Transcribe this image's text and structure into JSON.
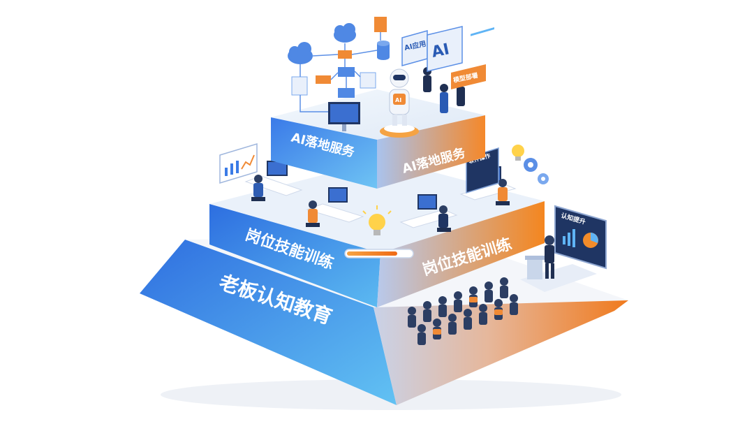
{
  "pyramid": {
    "tiers": [
      {
        "id": "top",
        "label_front": "AI落地服务",
        "label_side": "AI落地服务"
      },
      {
        "id": "middle",
        "label_front": "岗位技能训练",
        "label_side": "岗位技能训练"
      },
      {
        "id": "bottom",
        "label_front": "老板认知教育",
        "label_side": ""
      }
    ]
  },
  "callouts": {
    "ai_app": "AI应用",
    "ai_big": "AI",
    "model_deploy": "模型部署",
    "software_ops": "软件操作",
    "cognition_boost": "认知提升",
    "robot_chest": "AI"
  },
  "colors": {
    "front_blue": "#3a78e6",
    "front_blue_light": "#69c0f5",
    "side_orange": "#f3872d",
    "side_light": "#c7d3ea",
    "top_face": "#eef4fb"
  },
  "icons": [
    "cloud-icon",
    "database-icon",
    "lightbulb-icon",
    "gear-icon",
    "robot-icon",
    "monitor-icon",
    "chart-board-icon",
    "progress-bar-icon",
    "podium-icon"
  ]
}
